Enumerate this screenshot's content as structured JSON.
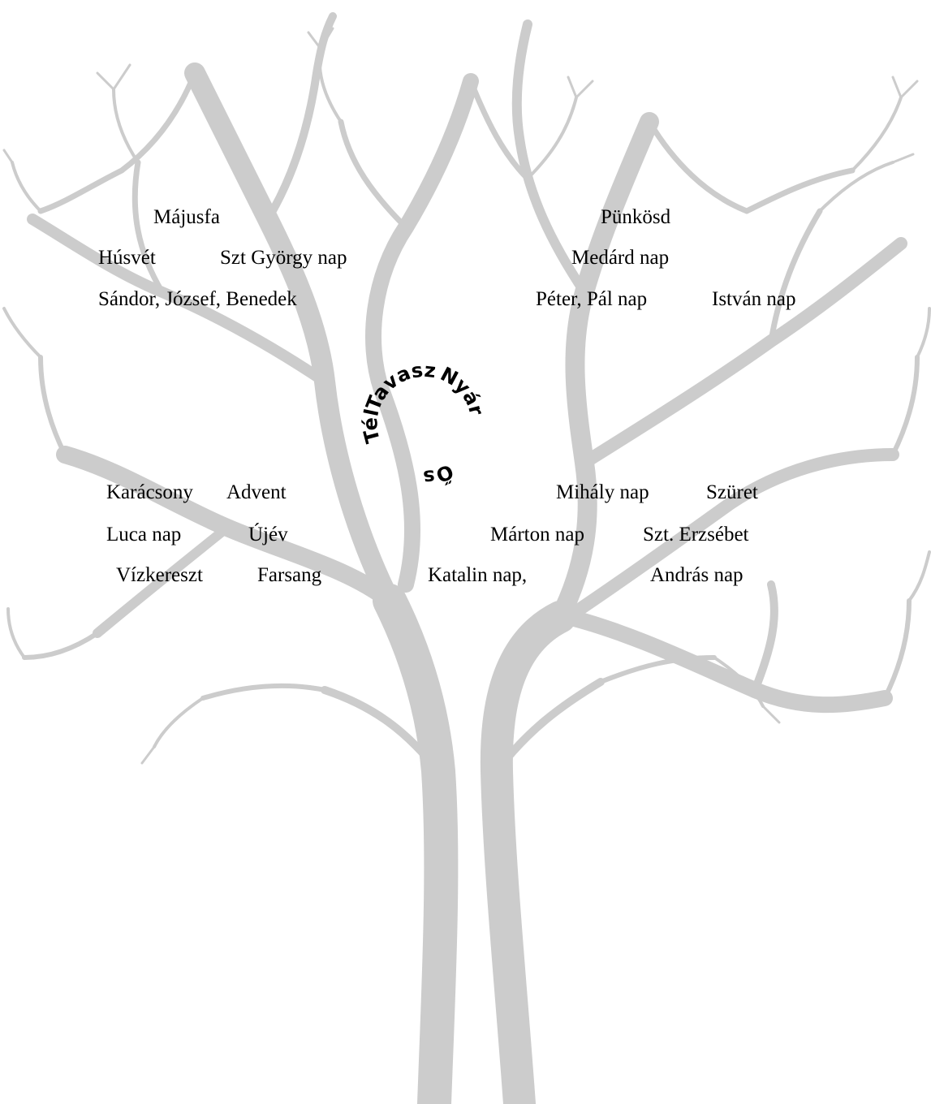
{
  "colors": {
    "tree": "#cccccc",
    "text": "#000000",
    "background": "#ffffff"
  },
  "tree_icon": "bare-tree-illustration",
  "spring_labels": {
    "majusfa": "Májusfa",
    "husvet": "Húsvét",
    "szt_gyorgy": "Szt György nap",
    "sandor": "Sándor, József, Benedek"
  },
  "summer_labels": {
    "punkosd": "Pünkösd",
    "medard": "Medárd nap",
    "peter_pal": "Péter, Pál nap",
    "istvan": "István nap"
  },
  "winter_labels": {
    "karacsony": "Karácsony",
    "advent": "Advent",
    "luca": "Luca nap",
    "ujev": "Újév",
    "vizkereszt": "Vízkereszt",
    "farsang": "Farsang"
  },
  "autumn_labels": {
    "mihaly": "Mihály nap",
    "szuret": "Szüret",
    "marton": "Márton nap",
    "erzsebet": "Szt. Erzsébet",
    "katalin": "Katalin nap,",
    "andras": "András nap"
  },
  "seasons": {
    "tel": "Tél",
    "tavasz": "Tavasz",
    "nyar": "Nyár",
    "osz": "Ősz"
  }
}
